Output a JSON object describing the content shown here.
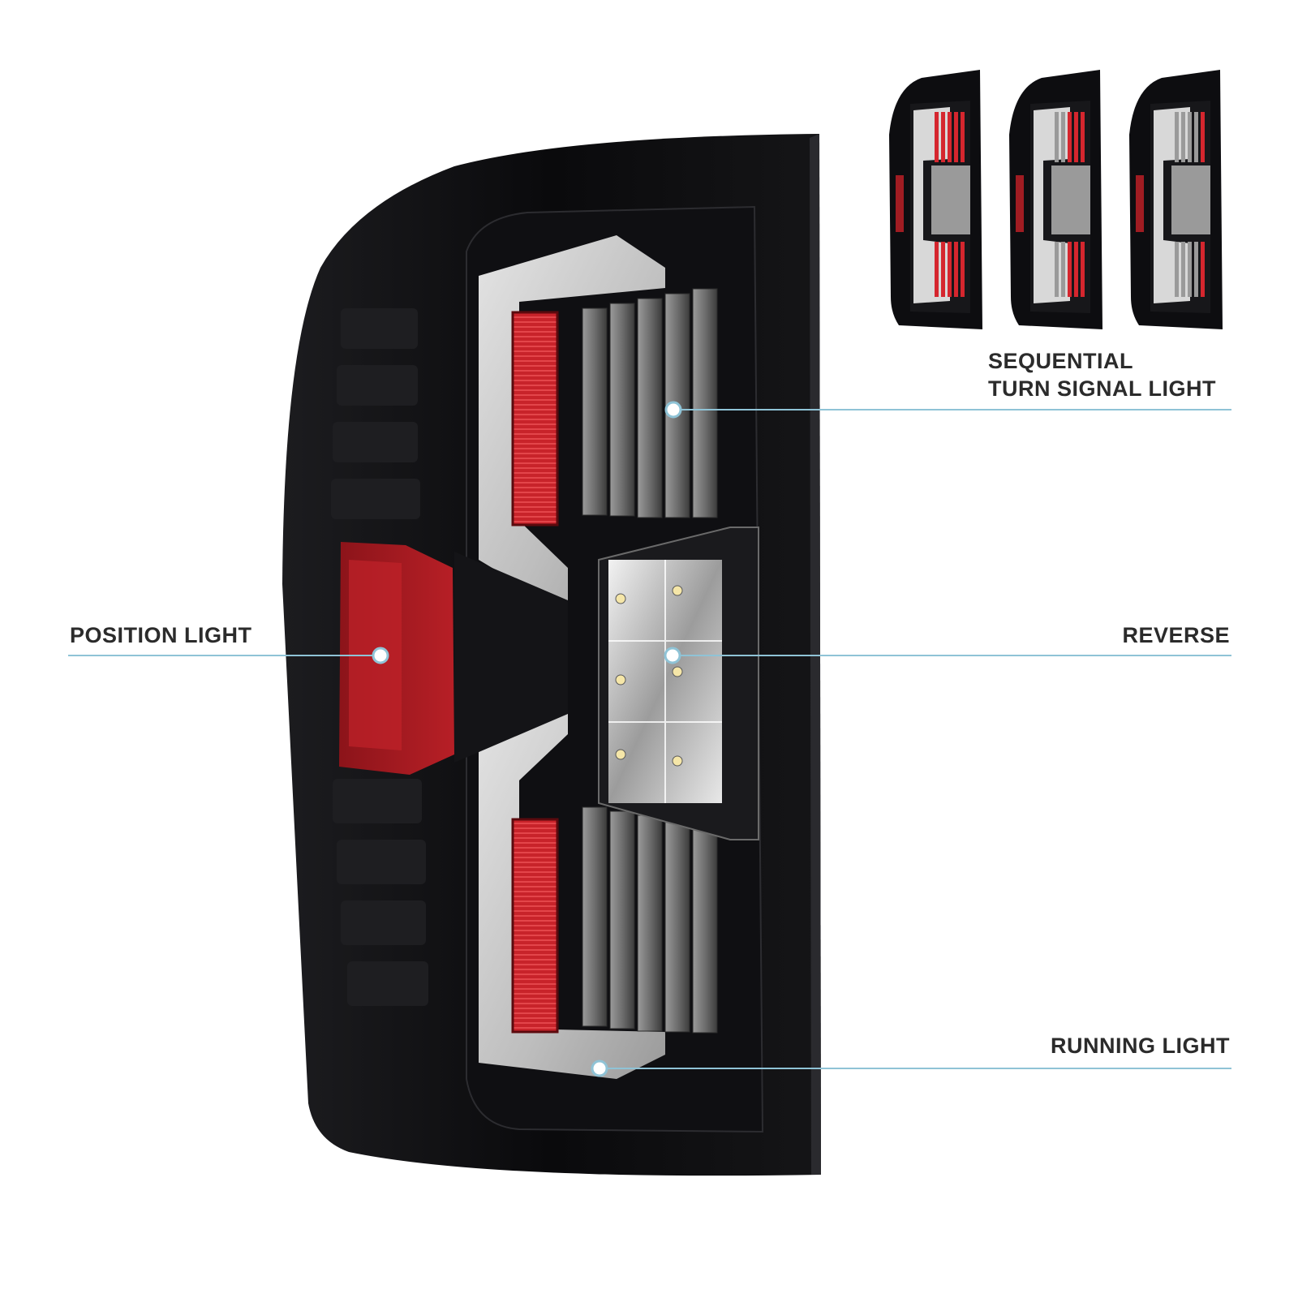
{
  "callouts": {
    "sequential": {
      "line1": "SEQUENTIAL",
      "line2": "TURN SIGNAL LIGHT"
    },
    "position": {
      "label": "POSITION LIGHT"
    },
    "reverse": {
      "label": "REVERSE"
    },
    "running": {
      "label": "RUNNING LIGHT"
    }
  },
  "colors": {
    "background": "#ffffff",
    "housing": "#0b0b0d",
    "red_lens": "#c8232a",
    "silver_bar": "#c9c9c9",
    "callout_line": "#8fc3d6"
  },
  "icon_names": [
    "tail-light-main-image",
    "sequence-thumbnail-1",
    "sequence-thumbnail-2",
    "sequence-thumbnail-3"
  ]
}
